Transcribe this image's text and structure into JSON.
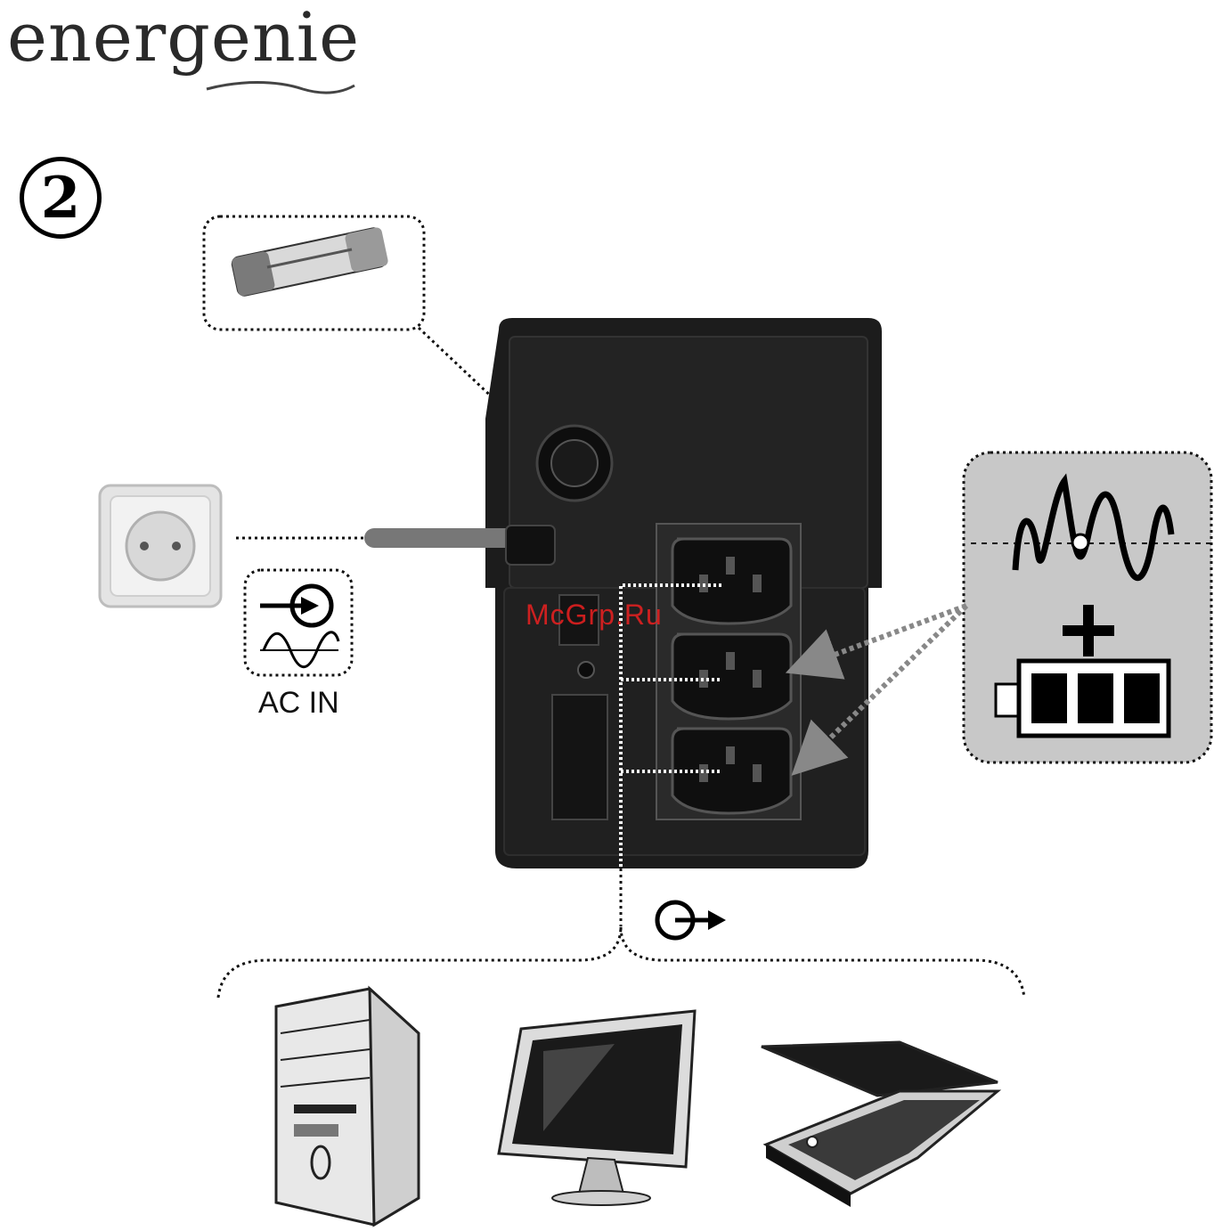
{
  "brand": {
    "name": "energenie",
    "text_color": "#2a2a2a"
  },
  "step": {
    "number": "2"
  },
  "labels": {
    "ac_in": "AC IN",
    "watermark": "McGrp.Ru"
  },
  "icons": {
    "fuse": "fuse-icon",
    "wall_socket": "wall-socket-icon",
    "ac_input_symbol": "ac-input-symbol-icon",
    "ups": "ups-rear-panel",
    "output_symbol": "output-symbol-icon",
    "surge_battery": "surge-plus-battery-icon",
    "devices": [
      "pc-tower-icon",
      "monitor-icon",
      "scanner-icon"
    ]
  },
  "colors": {
    "ups_body": "#1c1c1c",
    "panel_bg": "#c8c8c8",
    "dotted": "#222222",
    "arrow": "#888888",
    "watermark": "#e02020"
  },
  "ups": {
    "outlet_count": 3
  }
}
